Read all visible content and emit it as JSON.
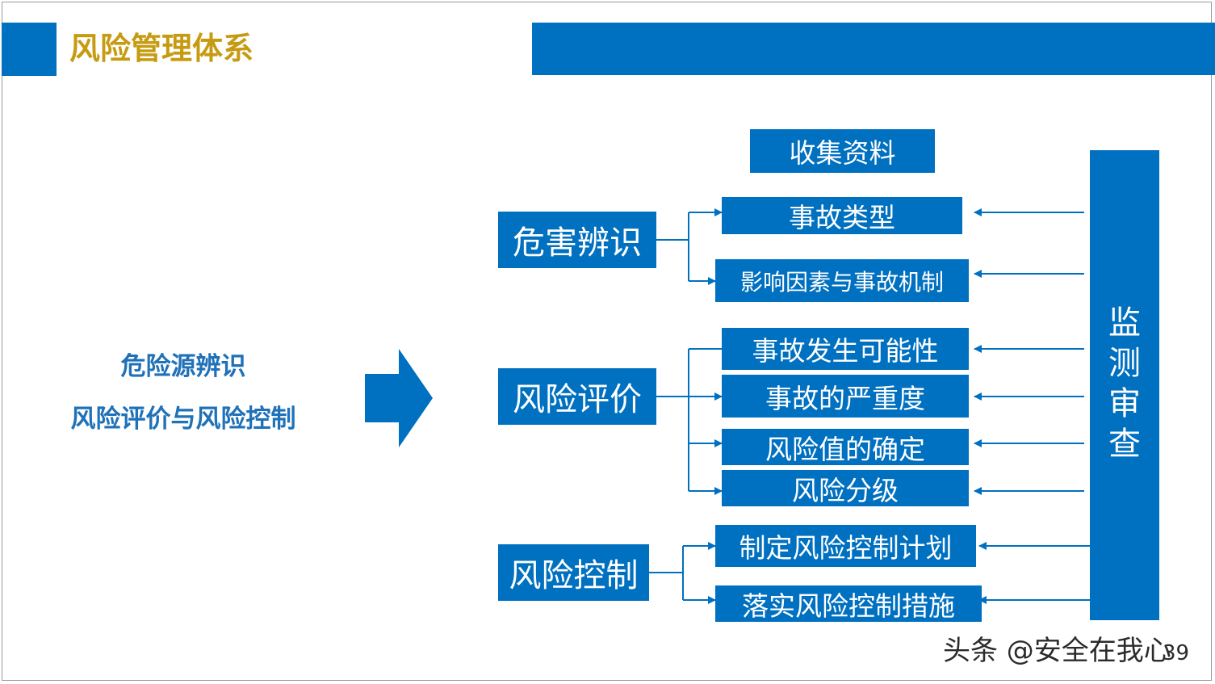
{
  "slide": {
    "title": "风险管理体系",
    "page_number": "39",
    "watermark": "头条 @安全在我心"
  },
  "colors": {
    "accent_blue": "#0070c0",
    "title_gold": "#c69b12",
    "left_text_blue": "#1f71b8"
  },
  "left_panel": {
    "line1": "危险源辨识",
    "line2": "风险评价与风险控制"
  },
  "diagram": {
    "top_box": "收集资料",
    "monitor": [
      "监",
      "测",
      "审",
      "查"
    ],
    "groups": [
      {
        "name": "危害辨识",
        "items": [
          "事故类型",
          "影响因素与事故机制"
        ]
      },
      {
        "name": "风险评价",
        "items": [
          "事故发生可能性",
          "事故的严重度",
          "风险值的确定",
          "风险分级"
        ]
      },
      {
        "name": "风险控制",
        "items": [
          "制定风险控制计划",
          "落实风险控制措施"
        ]
      }
    ]
  }
}
